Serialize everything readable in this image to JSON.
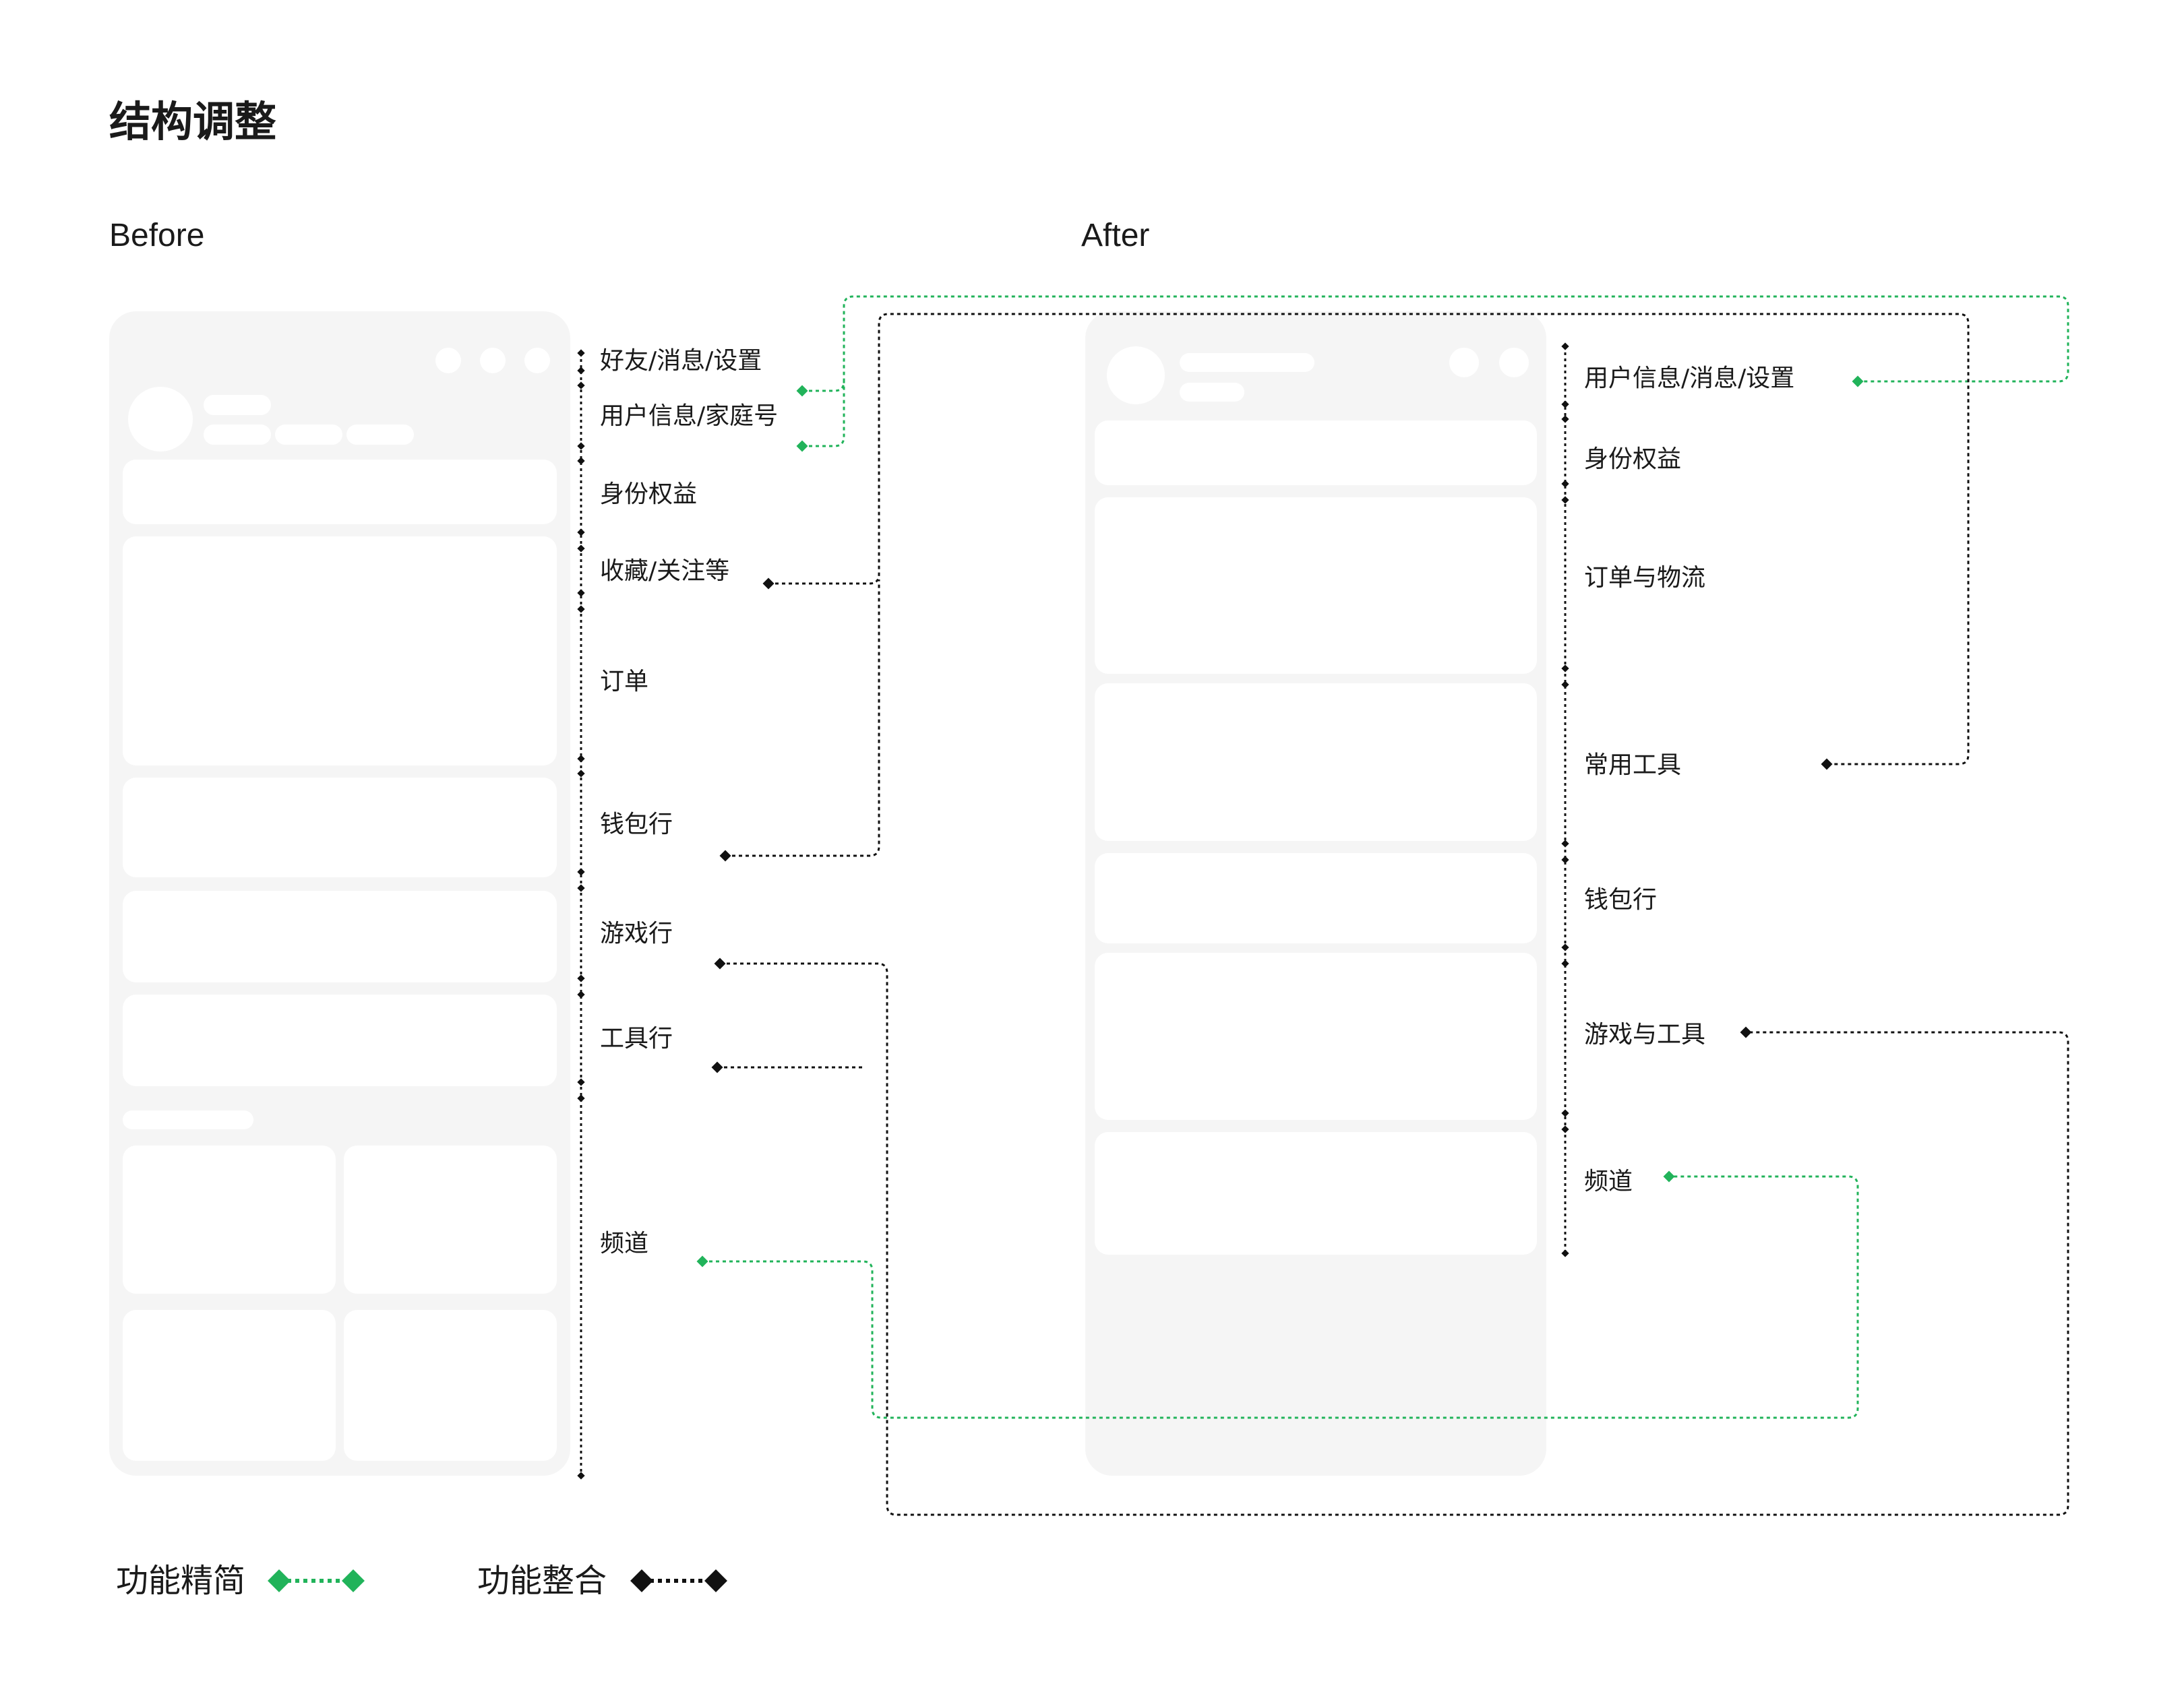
{
  "title": "结构调整",
  "before": {
    "label": "Before",
    "sections": [
      "好友/消息/设置",
      "用户信息/家庭号",
      "身份权益",
      "收藏/关注等",
      "订单",
      "钱包行",
      "游戏行",
      "工具行",
      "频道"
    ]
  },
  "after": {
    "label": "After",
    "sections": [
      "用户信息/消息/设置",
      "身份权益",
      "订单与物流",
      "常用工具",
      "钱包行",
      "游戏与工具",
      "频道"
    ]
  },
  "legend": {
    "simplify": {
      "label": "功能精简",
      "color": "#21b35a"
    },
    "integrate": {
      "label": "功能整合",
      "color": "#111111"
    }
  }
}
